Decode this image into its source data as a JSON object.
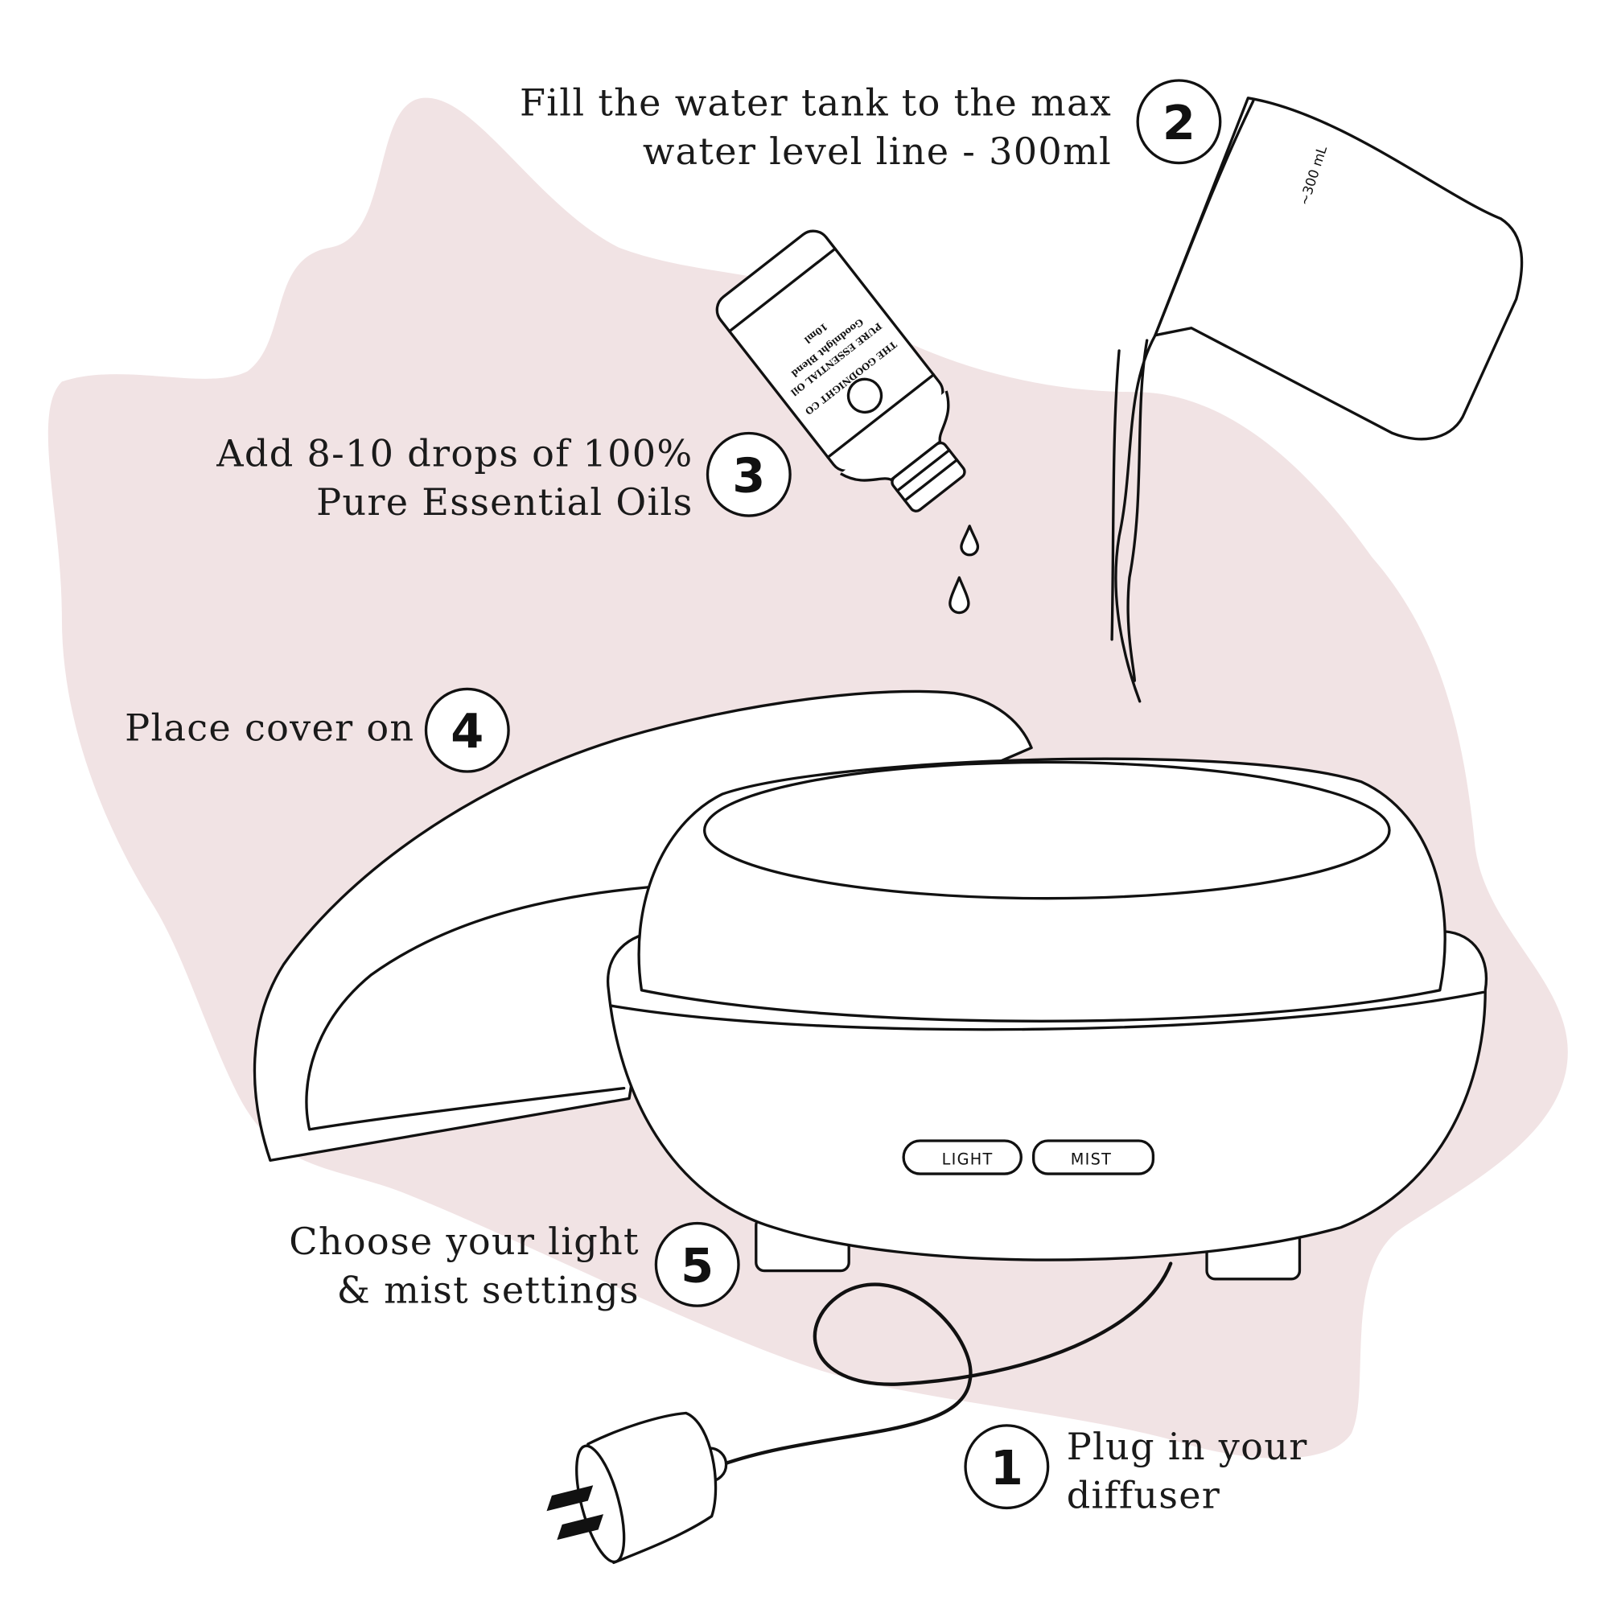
{
  "colors": {
    "blob": "#f1e3e4",
    "ink": "#111111"
  },
  "steps": [
    {
      "number": "1",
      "lines": [
        "Plug in your",
        "diffuser"
      ]
    },
    {
      "number": "2",
      "lines": [
        "Fill the water tank to the max",
        "water level line - 300ml"
      ]
    },
    {
      "number": "3",
      "lines": [
        "Add 8-10 drops of 100%",
        "Pure Essential Oils"
      ]
    },
    {
      "number": "4",
      "lines": [
        "Place cover on"
      ]
    },
    {
      "number": "5",
      "lines": [
        "Choose your light",
        "& mist settings"
      ]
    }
  ],
  "diffuser": {
    "buttons": [
      "LIGHT",
      "MIST"
    ]
  },
  "jug": {
    "marking": "~300 mL"
  },
  "bottle": {
    "label": [
      "THE GOODNIGHT CO",
      "PURE ESSENTIAL Oil",
      "Goodnight Blend",
      "10ml"
    ]
  }
}
